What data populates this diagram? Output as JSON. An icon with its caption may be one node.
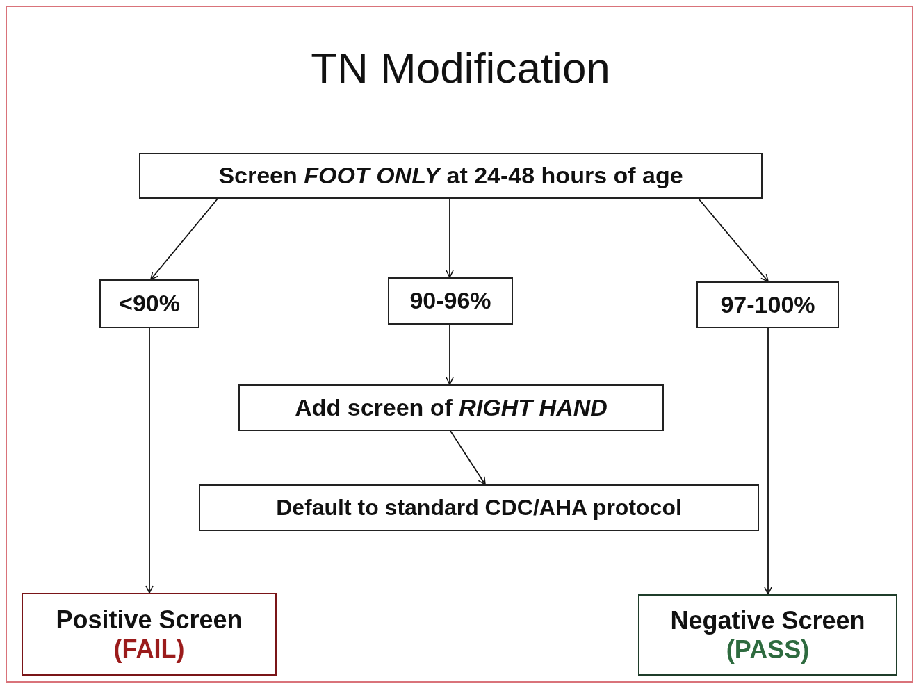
{
  "diagram": {
    "title": "TN Modification",
    "nodes": [
      {
        "text": [
          "Screen *FOOT ONLY* at 24-48 hours of age"
        ]
      },
      {
        "text": [
          "<90%"
        ]
      },
      {
        "text": [
          "90-96%"
        ]
      },
      {
        "text": [
          "97-100%"
        ]
      },
      {
        "text": [
          "Add screen of *RIGHT HAND*"
        ]
      },
      {
        "text": [
          "Default to standard CDC/AHA protocol"
        ]
      },
      {
        "text": [
          "Positive Screen",
          "(FAIL)"
        ]
      },
      {
        "text": [
          "Negative Screen",
          "(PASS)"
        ]
      }
    ],
    "edges": [
      {
        "from": 0,
        "to": 1,
        "arrow": "to"
      },
      {
        "from": 0,
        "to": 2,
        "arrow": "to"
      },
      {
        "from": 0,
        "to": 3,
        "arrow": "to"
      },
      {
        "from": 2,
        "to": 4,
        "arrow": "to"
      },
      {
        "from": 4,
        "to": 5,
        "arrow": "to"
      },
      {
        "from": 1,
        "to": 6,
        "arrow": "to"
      },
      {
        "from": 3,
        "to": 7,
        "arrow": "to"
      }
    ]
  }
}
